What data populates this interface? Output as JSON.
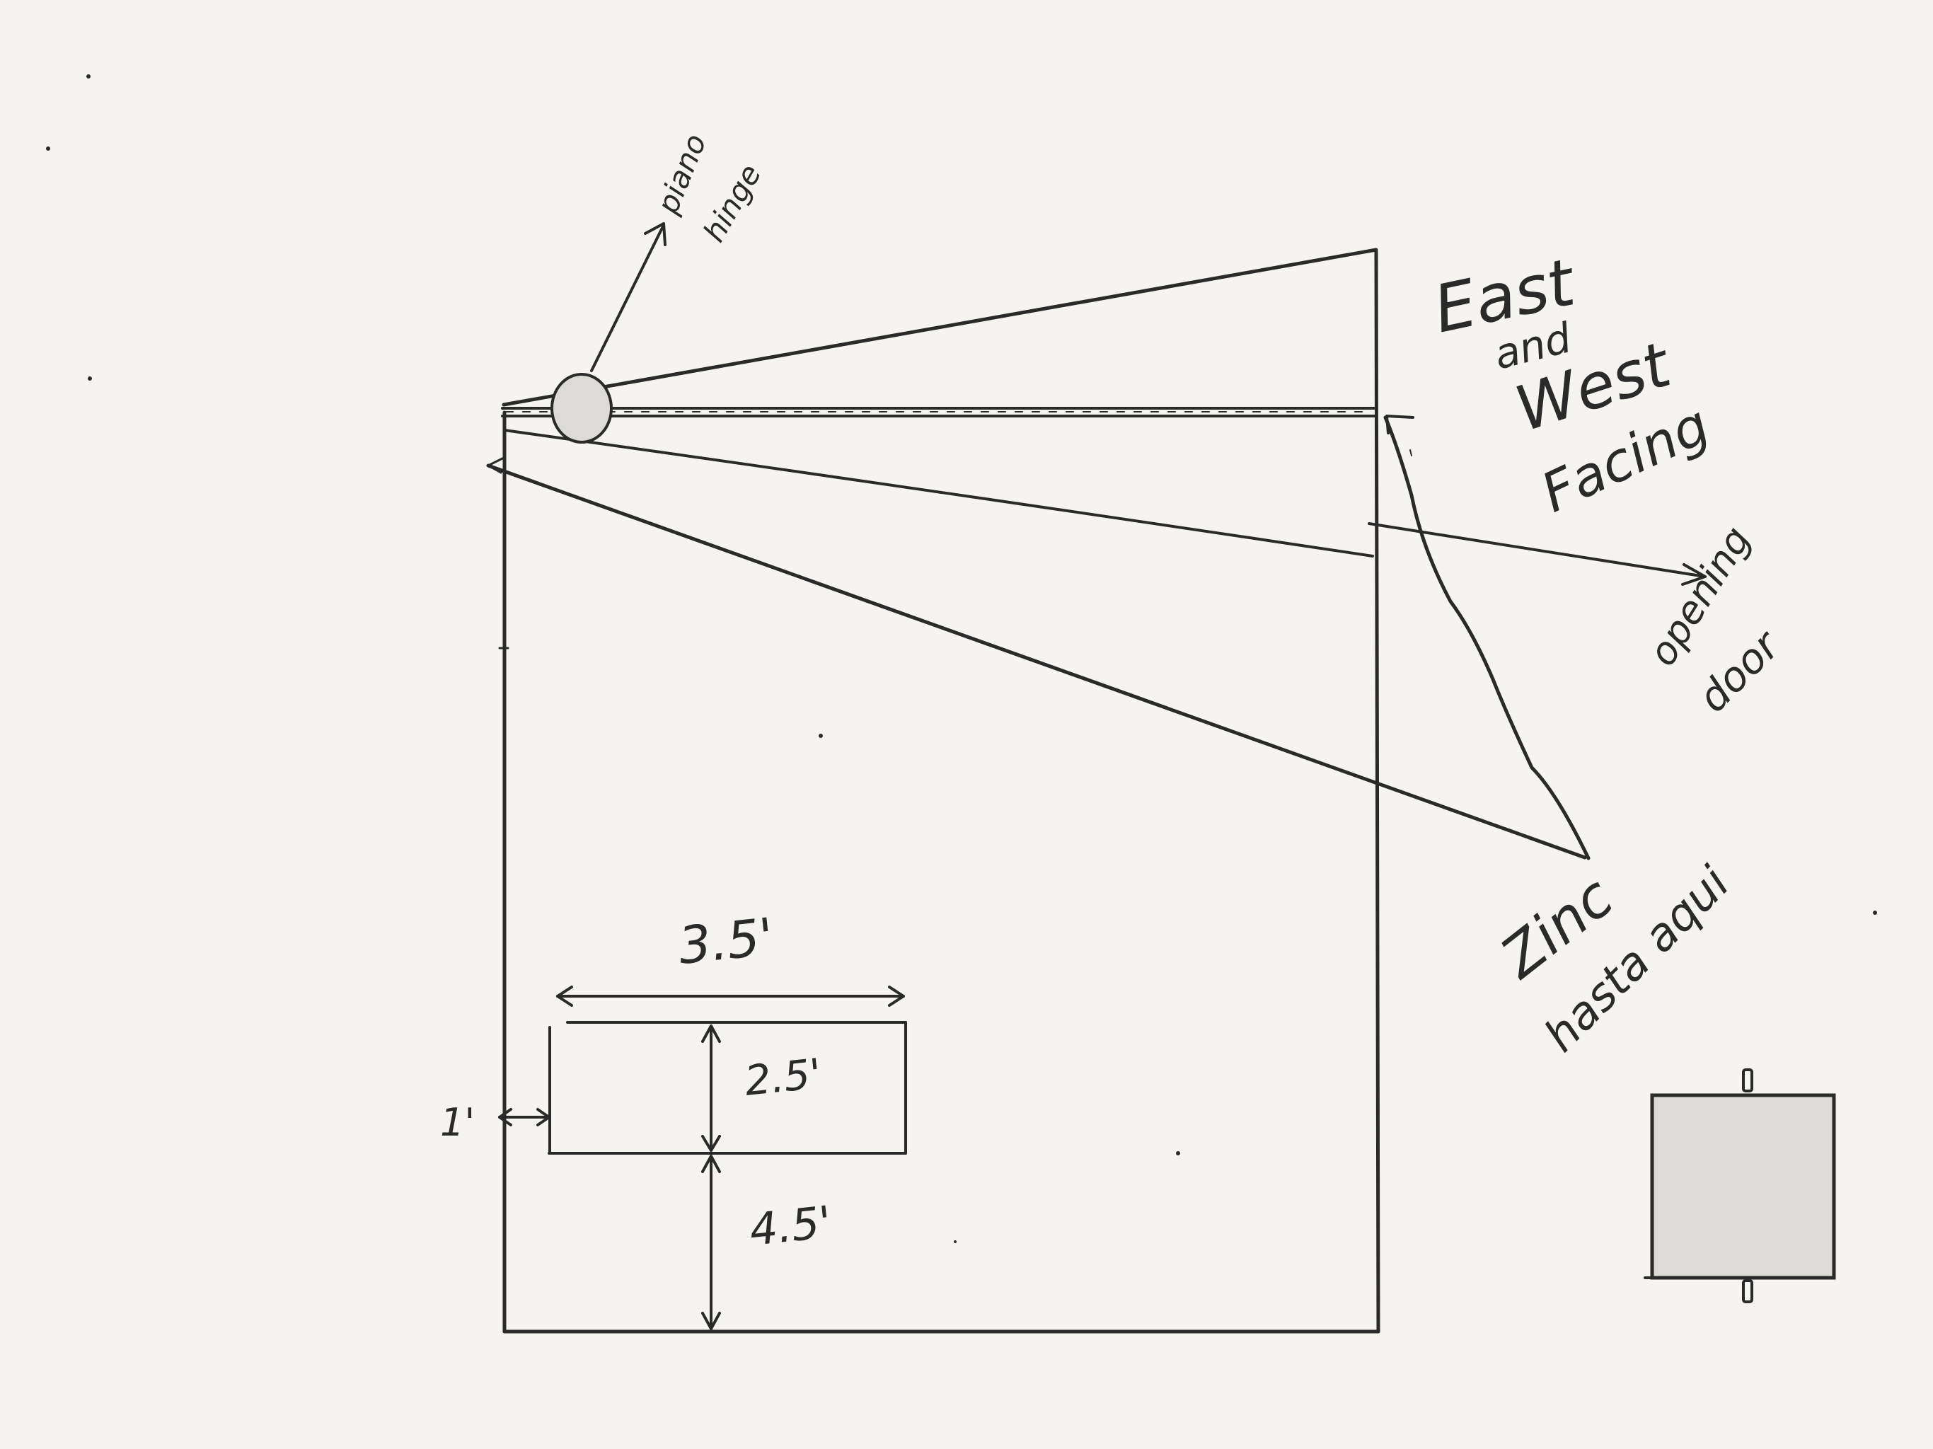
{
  "sketch": {
    "background": "#f5f4f0",
    "ink": "#2a2a2a",
    "fill_gray": "#dcdbd8",
    "labels": {
      "piano_hinge_line1": "piano",
      "piano_hinge_line2": "hinge",
      "facing_line1": "East",
      "facing_line2": "and",
      "facing_line3": "West",
      "facing_line4": "Facing",
      "opening_line1": "opening",
      "opening_line2": "door",
      "zinc_line1": "Zinc",
      "zinc_line2": "hasta aqui",
      "width_dim": "3.5'",
      "height_dim": "2.5'",
      "bottom_dim": "4.5'",
      "side_dim": "1'"
    }
  }
}
